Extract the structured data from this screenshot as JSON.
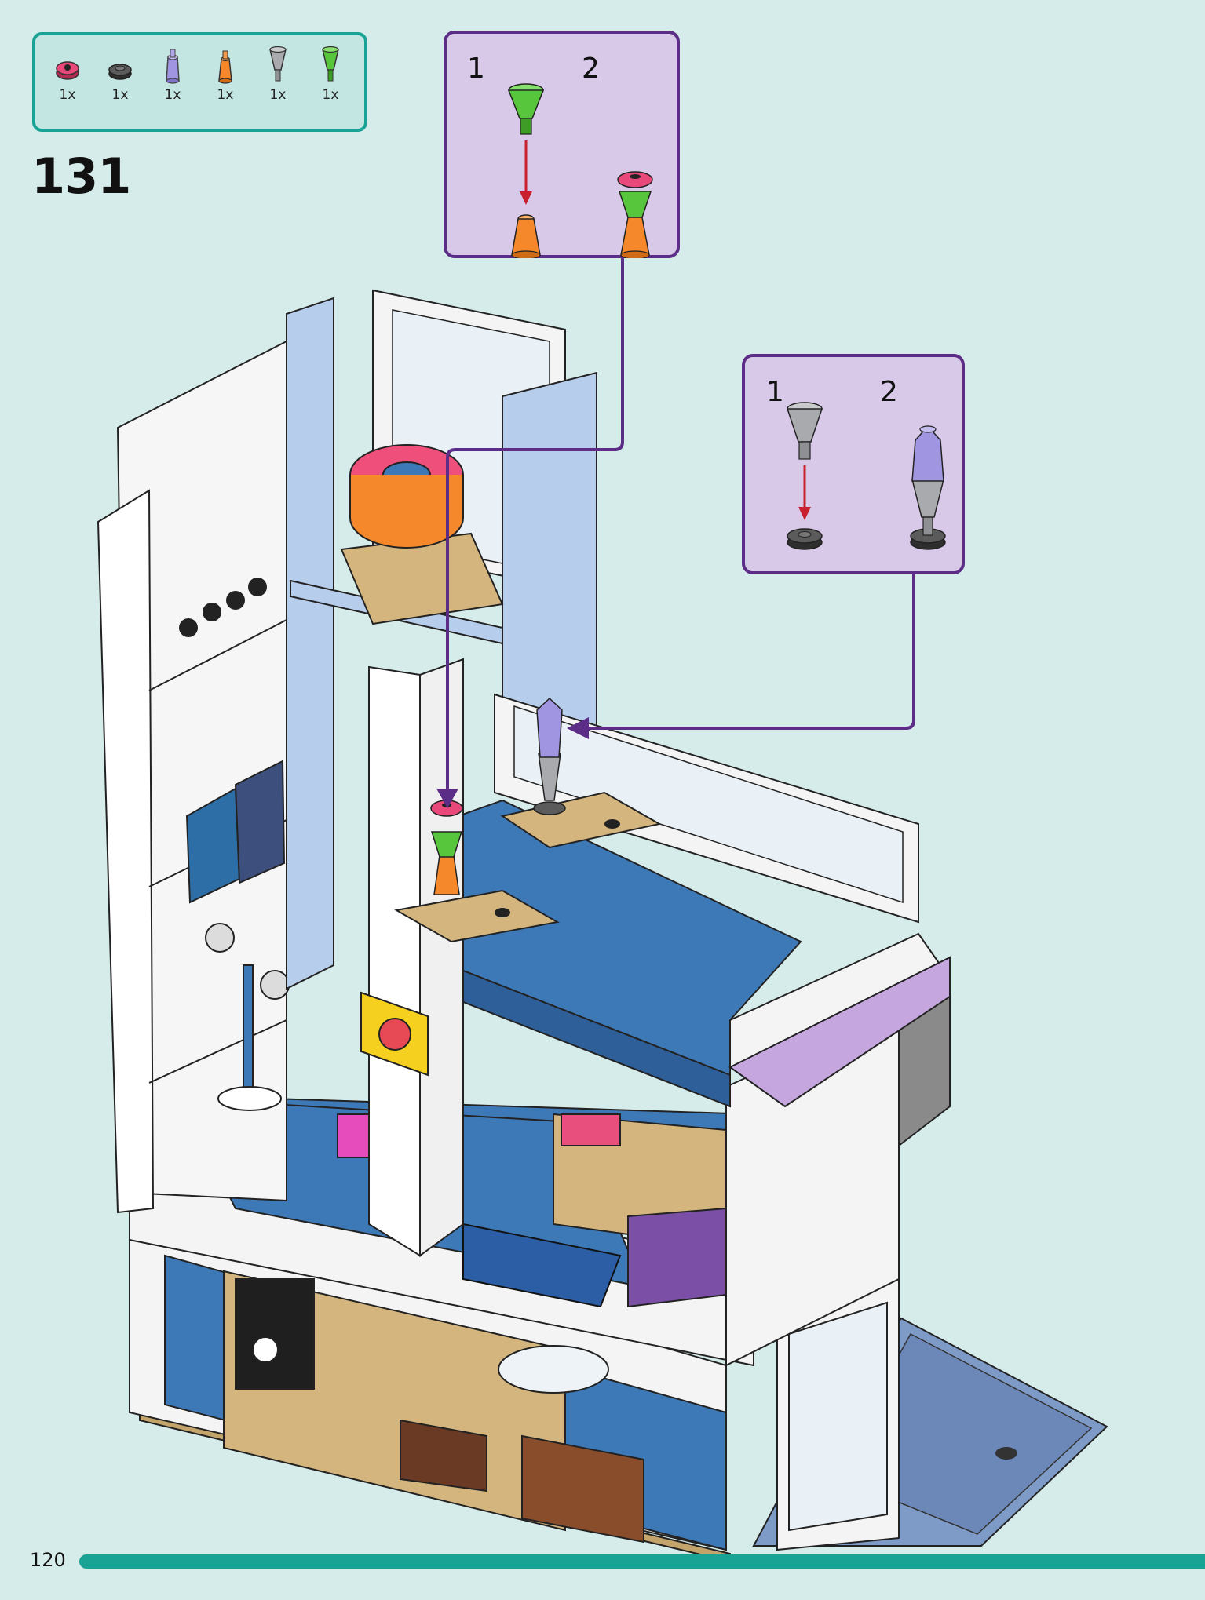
{
  "parts_list": [
    {
      "icon": "pink-flower-piece-icon",
      "qty": "1x",
      "color": "#e8487a"
    },
    {
      "icon": "dark-round-plate-icon",
      "qty": "1x",
      "color": "#5b5b5b"
    },
    {
      "icon": "lavender-transparent-cone-icon",
      "qty": "1x",
      "color": "#9f95e0"
    },
    {
      "icon": "orange-cone-icon",
      "qty": "1x",
      "color": "#f4882a"
    },
    {
      "icon": "grey-cone-icon",
      "qty": "1x",
      "color": "#a9aaad"
    },
    {
      "icon": "green-cone-icon",
      "qty": "1x",
      "color": "#58c63c"
    }
  ],
  "step_number": "131",
  "sub_steps_vase": {
    "first": "1",
    "second": "2"
  },
  "sub_steps_lamp": {
    "first": "1",
    "second": "2"
  },
  "page_number": "120",
  "colors": {
    "background": "#d6ecea",
    "accent_teal": "#18a394",
    "callout_border": "#5c2d86",
    "callout_fill": "#d9c9e8",
    "arrow_red": "#c8202c"
  }
}
